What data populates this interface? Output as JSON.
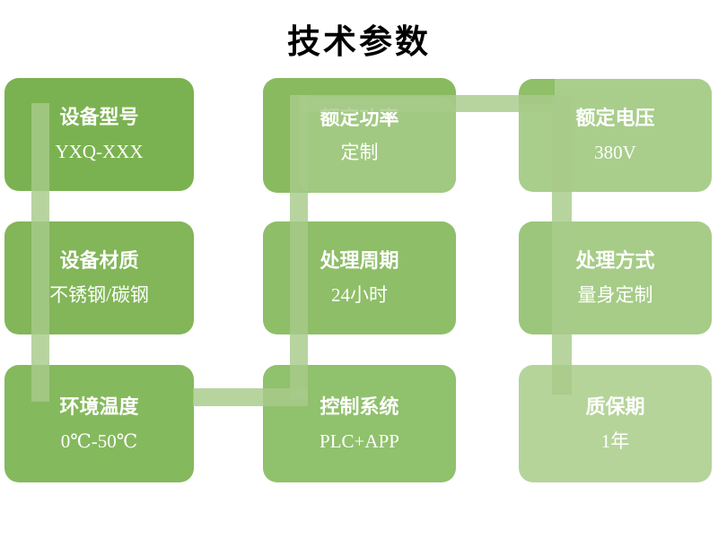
{
  "title": "技术参数",
  "boxes": [
    {
      "id": "device-model",
      "label": "设备型号",
      "value": "YXQ-XXX",
      "color": "#7bb251"
    },
    {
      "id": "rated-power",
      "label": "额定功率",
      "value": "定制",
      "color": "#8aba5f"
    },
    {
      "id": "rated-voltage",
      "label": "额定电压",
      "value": "380V",
      "color": "#a9ce8b"
    },
    {
      "id": "device-material",
      "label": "设备材质",
      "value": "不锈钢/碳钢",
      "color": "#82b659"
    },
    {
      "id": "processing-cycle",
      "label": "处理周期",
      "value": "24小时",
      "color": "#8ebe68"
    },
    {
      "id": "processing-method",
      "label": "处理方式",
      "value": "量身定制",
      "color": "#a6cc87"
    },
    {
      "id": "ambient-temp",
      "label": "环境温度",
      "value": "0℃-50℃",
      "color": "#85b95d"
    },
    {
      "id": "control-system",
      "label": "控制系统",
      "value": "PLC+APP",
      "color": "#90c16c"
    },
    {
      "id": "warranty",
      "label": "质保期",
      "value": "1年",
      "color": "#b5d49a"
    }
  ],
  "decoration_colors": {
    "box2_inner": "#a1c981",
    "box3_corner": "#8fbf68",
    "box6_strip": "#9cc67c",
    "connector": "rgba(167,202,138,0.82)"
  },
  "title_color": "#000000",
  "box_text_color": "#ffffff",
  "background": "#ffffff"
}
